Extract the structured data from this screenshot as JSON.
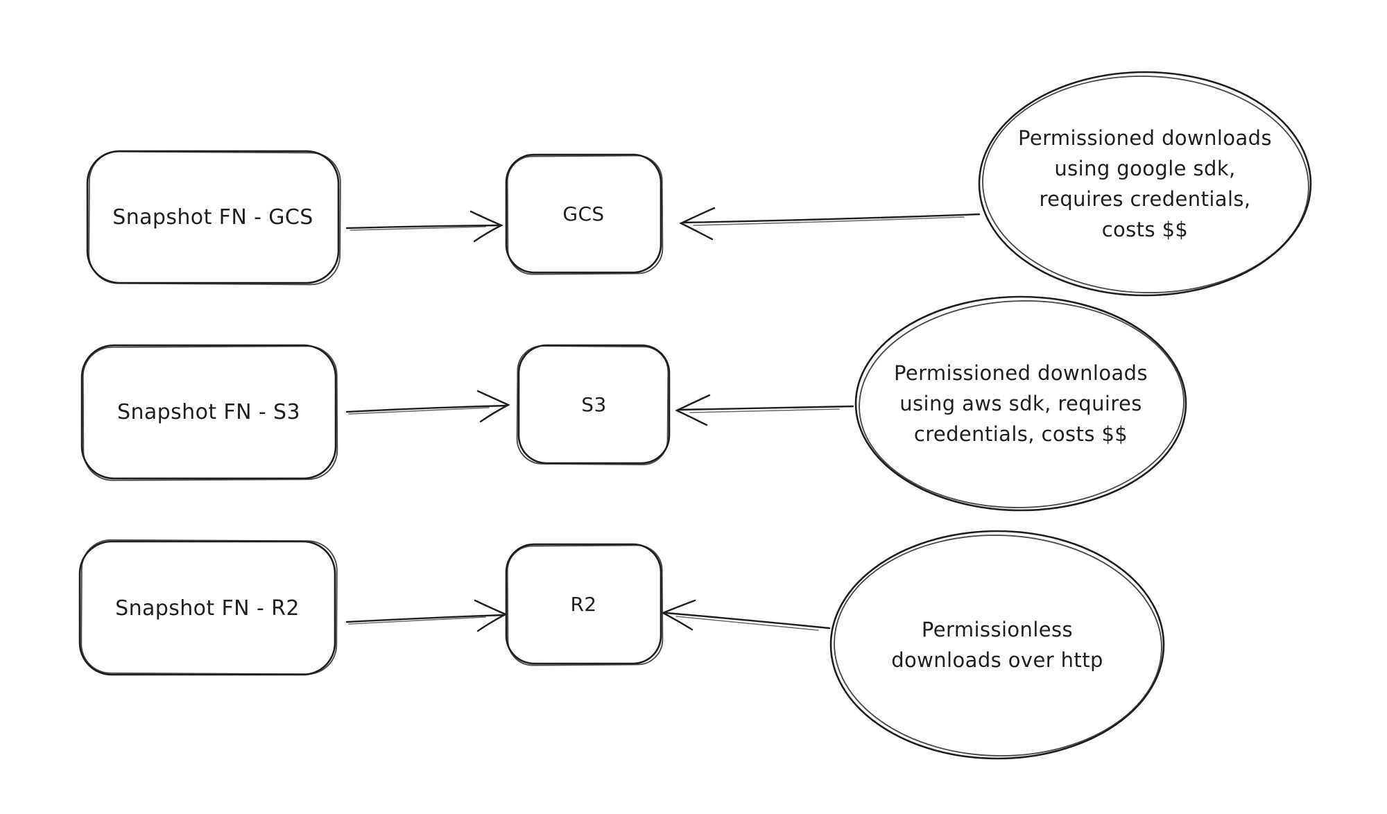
{
  "diagram": {
    "background_color": "#ffffff",
    "stroke_color": "#1e1e1e",
    "rows": [
      {
        "id": "gcs",
        "source_label": "Snapshot FN - GCS",
        "bucket_label": "GCS",
        "note_lines": [
          "Permissioned downloads",
          "using google sdk,",
          "requires credentials,",
          "costs $$"
        ]
      },
      {
        "id": "s3",
        "source_label": "Snapshot FN - S3",
        "bucket_label": "S3",
        "note_lines": [
          "Permissioned downloads",
          "using aws sdk, requires",
          "credentials, costs $$"
        ]
      },
      {
        "id": "r2",
        "source_label": "Snapshot FN - R2",
        "bucket_label": "R2",
        "note_lines": [
          "Permissionless",
          "downloads over http"
        ]
      }
    ]
  }
}
